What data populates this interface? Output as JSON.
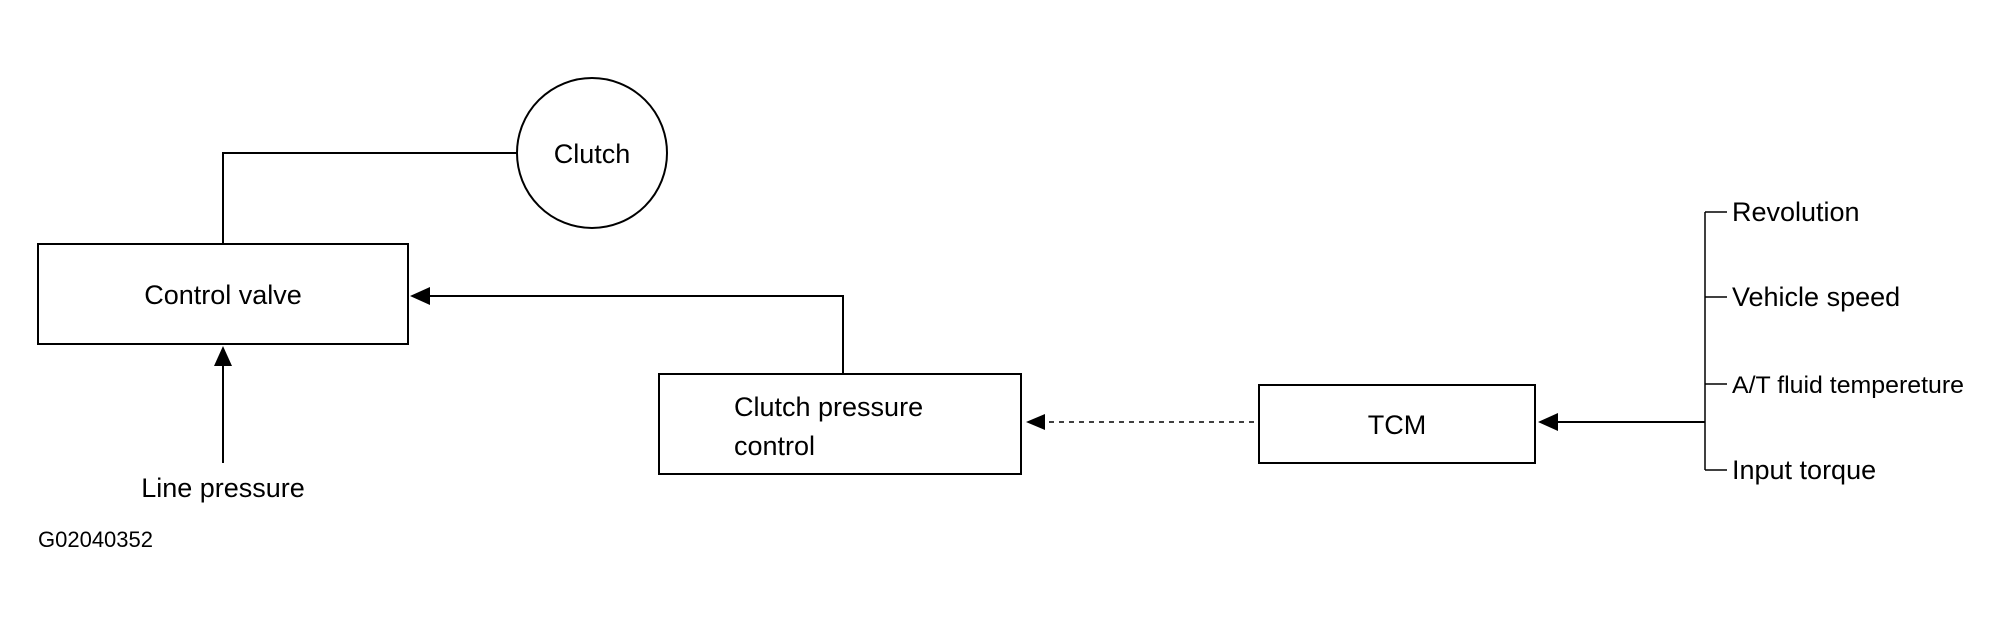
{
  "diagram": {
    "nodes": {
      "clutch": "Clutch",
      "control_valve": "Control valve",
      "clutch_pressure_control": [
        "Clutch pressure",
        "control"
      ],
      "tcm": "TCM"
    },
    "labels": {
      "line_pressure": "Line pressure"
    },
    "inputs": [
      "Revolution",
      "Vehicle speed",
      "A/T fluid tempereture",
      "Input torque"
    ],
    "figure_id": "G02040352"
  }
}
